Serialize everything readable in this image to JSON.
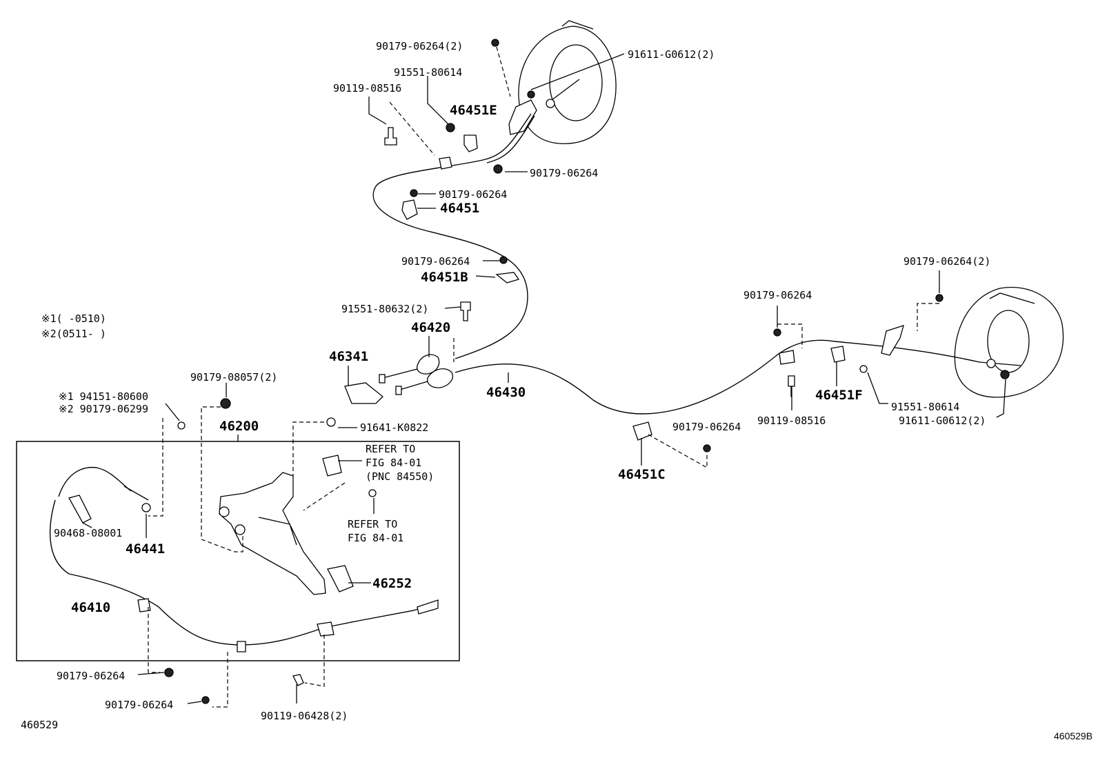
{
  "diagram_id": "460529",
  "diagram_id_corner": "460529B",
  "legend": {
    "note1": "※1(     -0510)",
    "note2": "※2(0511-     )"
  },
  "labels": {
    "p_90179_06264_2_top": "90179-06264(2)",
    "p_91611_g0612_2_top": "91611-G0612(2)",
    "p_91551_80614_top": "91551-80614",
    "p_90119_08516_top": "90119-08516",
    "p_46451e": "46451E",
    "p_90179_06264_mid1": "90179-06264",
    "p_90179_06264_mid2": "90179-06264",
    "p_46451": "46451",
    "p_90179_06264_mid3": "90179-06264",
    "p_46451b": "46451B",
    "p_91551_80632_2": "91551-80632(2)",
    "p_46420": "46420",
    "p_46341": "46341",
    "p_46430": "46430",
    "p_90179_06264_2_right": "90179-06264(2)",
    "p_90179_06264_right": "90179-06264",
    "p_46451f": "46451F",
    "p_91551_80614_right": "91551-80614",
    "p_91611_g0612_2_right": "91611-G0612(2)",
    "p_90119_08516_right": "90119-08516",
    "p_90179_06264_lower": "90179-06264",
    "p_46451c": "46451C",
    "p_90179_08057_2": "90179-08057(2)",
    "p_94151_80600": "※1 94151-80600",
    "p_90179_06299": "※2 90179-06299",
    "p_46200": "46200",
    "p_91641_k0822": "91641-K0822",
    "refer1_line1": "REFER TO",
    "refer1_line2": "FIG 84-01",
    "refer1_line3": "(PNC 84550)",
    "refer2_line1": "REFER TO",
    "refer2_line2": "FIG 84-01",
    "p_90468_08001": "90468-08001",
    "p_46441": "46441",
    "p_46252": "46252",
    "p_46410": "46410",
    "p_90179_06264_bl1": "90179-06264",
    "p_90179_06264_bl2": "90179-06264",
    "p_90119_06428_2": "90119-06428(2)"
  }
}
